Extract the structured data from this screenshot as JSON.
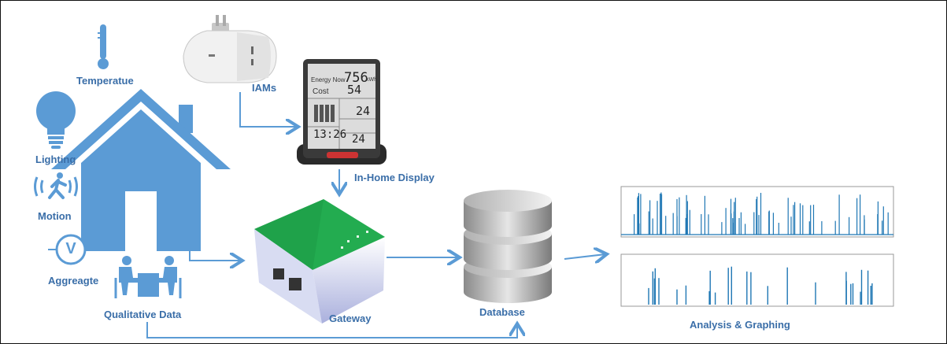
{
  "labels": {
    "temperature": "Temperatue",
    "iams": "IAMs",
    "lighting": "Lighting",
    "motion": "Motion",
    "aggregate": "Aggreagte",
    "qualitative": "Qualitative Data",
    "in_home_display": "In-Home Display",
    "gateway": "Gateway",
    "database": "Database",
    "analysis": "Analysis & Graphing"
  },
  "display": {
    "row1_label": "Energy Now",
    "row1_value": "756",
    "row1_unit": "kWh",
    "row2_label": "Cost",
    "row2_value": "54",
    "val_a": "24",
    "time": "13:26",
    "val_b": "24"
  },
  "aggregate_symbol": "V",
  "colors": {
    "accent": "#5b9bd5",
    "label": "#3a6ea8",
    "gateway_green": "#1fa24a",
    "chart_line": "#1f77b4"
  }
}
